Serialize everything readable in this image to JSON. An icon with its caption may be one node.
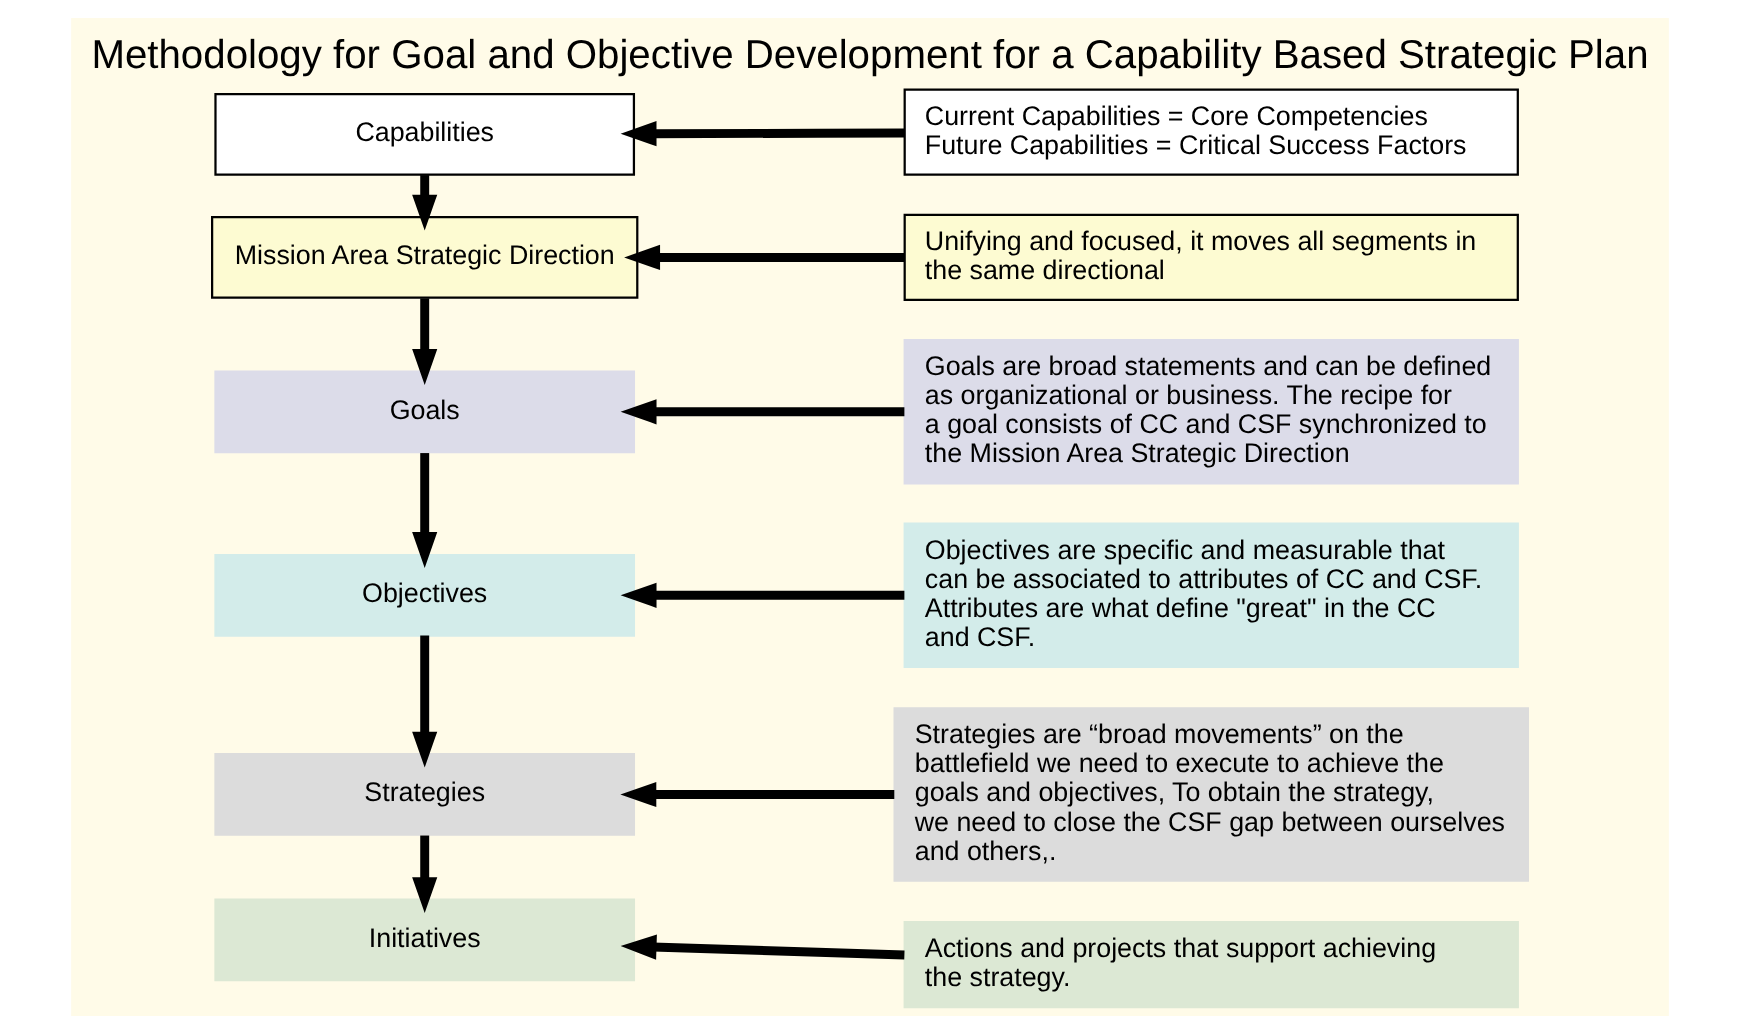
{
  "diagram": {
    "title": "Methodology for Goal and Objective Development for a Capability Based Strategic Plan",
    "nodes": [
      {
        "text": [
          "Capabilities"
        ]
      },
      {
        "text": [
          "Mission Area Strategic Direction"
        ]
      },
      {
        "text": [
          "Goals"
        ]
      },
      {
        "text": [
          "Objectives"
        ]
      },
      {
        "text": [
          "Strategies"
        ]
      },
      {
        "text": [
          "Initiatives"
        ]
      },
      {
        "text": [
          "Current Capabilities = Core Competencies Future Capabilities = Critical Success Factors"
        ]
      },
      {
        "text": [
          "Unifying and focused, it moves all segments in the same directional"
        ]
      },
      {
        "text": [
          "Goals are broad statements and can be defined as organizational or business. The recipe for a goal consists of CC and CSF synchronized to the Mission Area Strategic Direction"
        ]
      },
      {
        "text": [
          "Objectives are specific and measurable that can be associated to attributes of CC and CSF. Attributes are what define \"great\" in the CC and CSF."
        ]
      },
      {
        "text": [
          "Strategies are “broad movements” on the battlefield we need to execute to achieve the goals and objectives, To obtain the strategy, we need to close the CSF gap between ourselves and others,."
        ]
      },
      {
        "text": [
          "Actions and projects that support achieving the strategy."
        ]
      }
    ],
    "edges": [
      {
        "from": 0,
        "to": 1,
        "arrow": "to"
      },
      {
        "from": 1,
        "to": 2,
        "arrow": "to"
      },
      {
        "from": 2,
        "to": 3,
        "arrow": "to"
      },
      {
        "from": 3,
        "to": 4,
        "arrow": "to"
      },
      {
        "from": 4,
        "to": 5,
        "arrow": "to"
      },
      {
        "from": 6,
        "to": 0,
        "arrow": "to"
      },
      {
        "from": 7,
        "to": 1,
        "arrow": "to"
      },
      {
        "from": 8,
        "to": 2,
        "arrow": "to"
      },
      {
        "from": 9,
        "to": 3,
        "arrow": "to"
      },
      {
        "from": 10,
        "to": 4,
        "arrow": "to"
      },
      {
        "from": 11,
        "to": 5,
        "arrow": "to"
      }
    ]
  }
}
